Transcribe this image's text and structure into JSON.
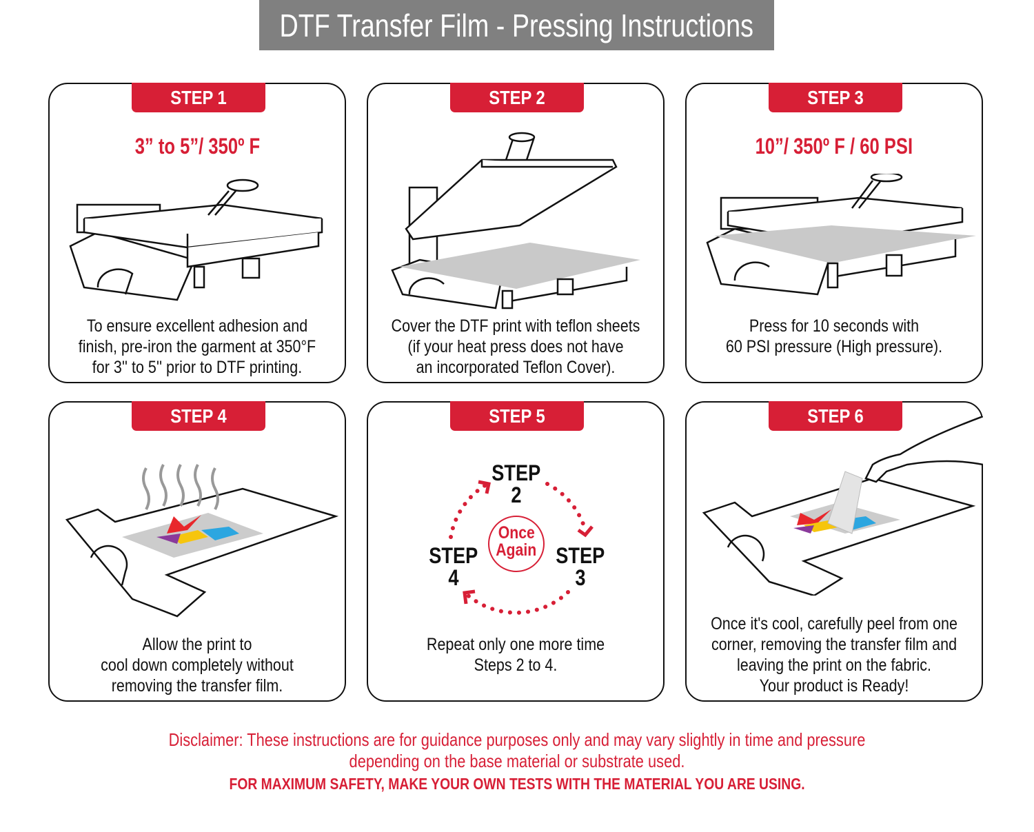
{
  "title": "DTF Transfer Film - Pressing Instructions",
  "steps": [
    {
      "label": "STEP 1",
      "subtitle": "3” to 5”/ 350º F",
      "lines": [
        "To ensure excellent adhesion and",
        "finish, pre-iron the garment at 350°F",
        "for 3'' to 5'' prior to DTF printing."
      ]
    },
    {
      "label": "STEP 2",
      "lines": [
        "Cover the DTF print with teflon sheets",
        "(if your heat press does not have",
        "an incorporated Teflon Cover)."
      ]
    },
    {
      "label": "STEP 3",
      "subtitle": "10”/ 350º F / 60 PSI",
      "lines": [
        "Press for 10 seconds with",
        "60 PSI pressure (High pressure)."
      ]
    },
    {
      "label": "STEP 4",
      "lines": [
        "Allow the print to",
        "cool down completely without",
        "removing the transfer film."
      ]
    },
    {
      "label": "STEP 5",
      "lines": [
        "Repeat only one more time",
        "Steps 2 to 4."
      ],
      "cycle": {
        "top": [
          "STEP",
          "2"
        ],
        "right": [
          "STEP",
          "3"
        ],
        "left": [
          "STEP",
          "4"
        ],
        "center": [
          "Once",
          "Again"
        ]
      }
    },
    {
      "label": "STEP 6",
      "lines": [
        "Once it's cool, carefully peel from one",
        "corner, removing the transfer film and",
        "leaving the print on the fabric.",
        "Your product is Ready!"
      ]
    }
  ],
  "disclaimer": [
    "Disclaimer: These instructions are for guidance purposes only and may vary slightly in time and pressure",
    "depending on the base material or substrate used."
  ],
  "warning": "FOR MAXIMUM SAFETY, MAKE YOUR OWN TESTS WITH THE MATERIAL YOU ARE USING.",
  "colors": {
    "accent": "#d71f36",
    "title_bg": "#808080"
  }
}
